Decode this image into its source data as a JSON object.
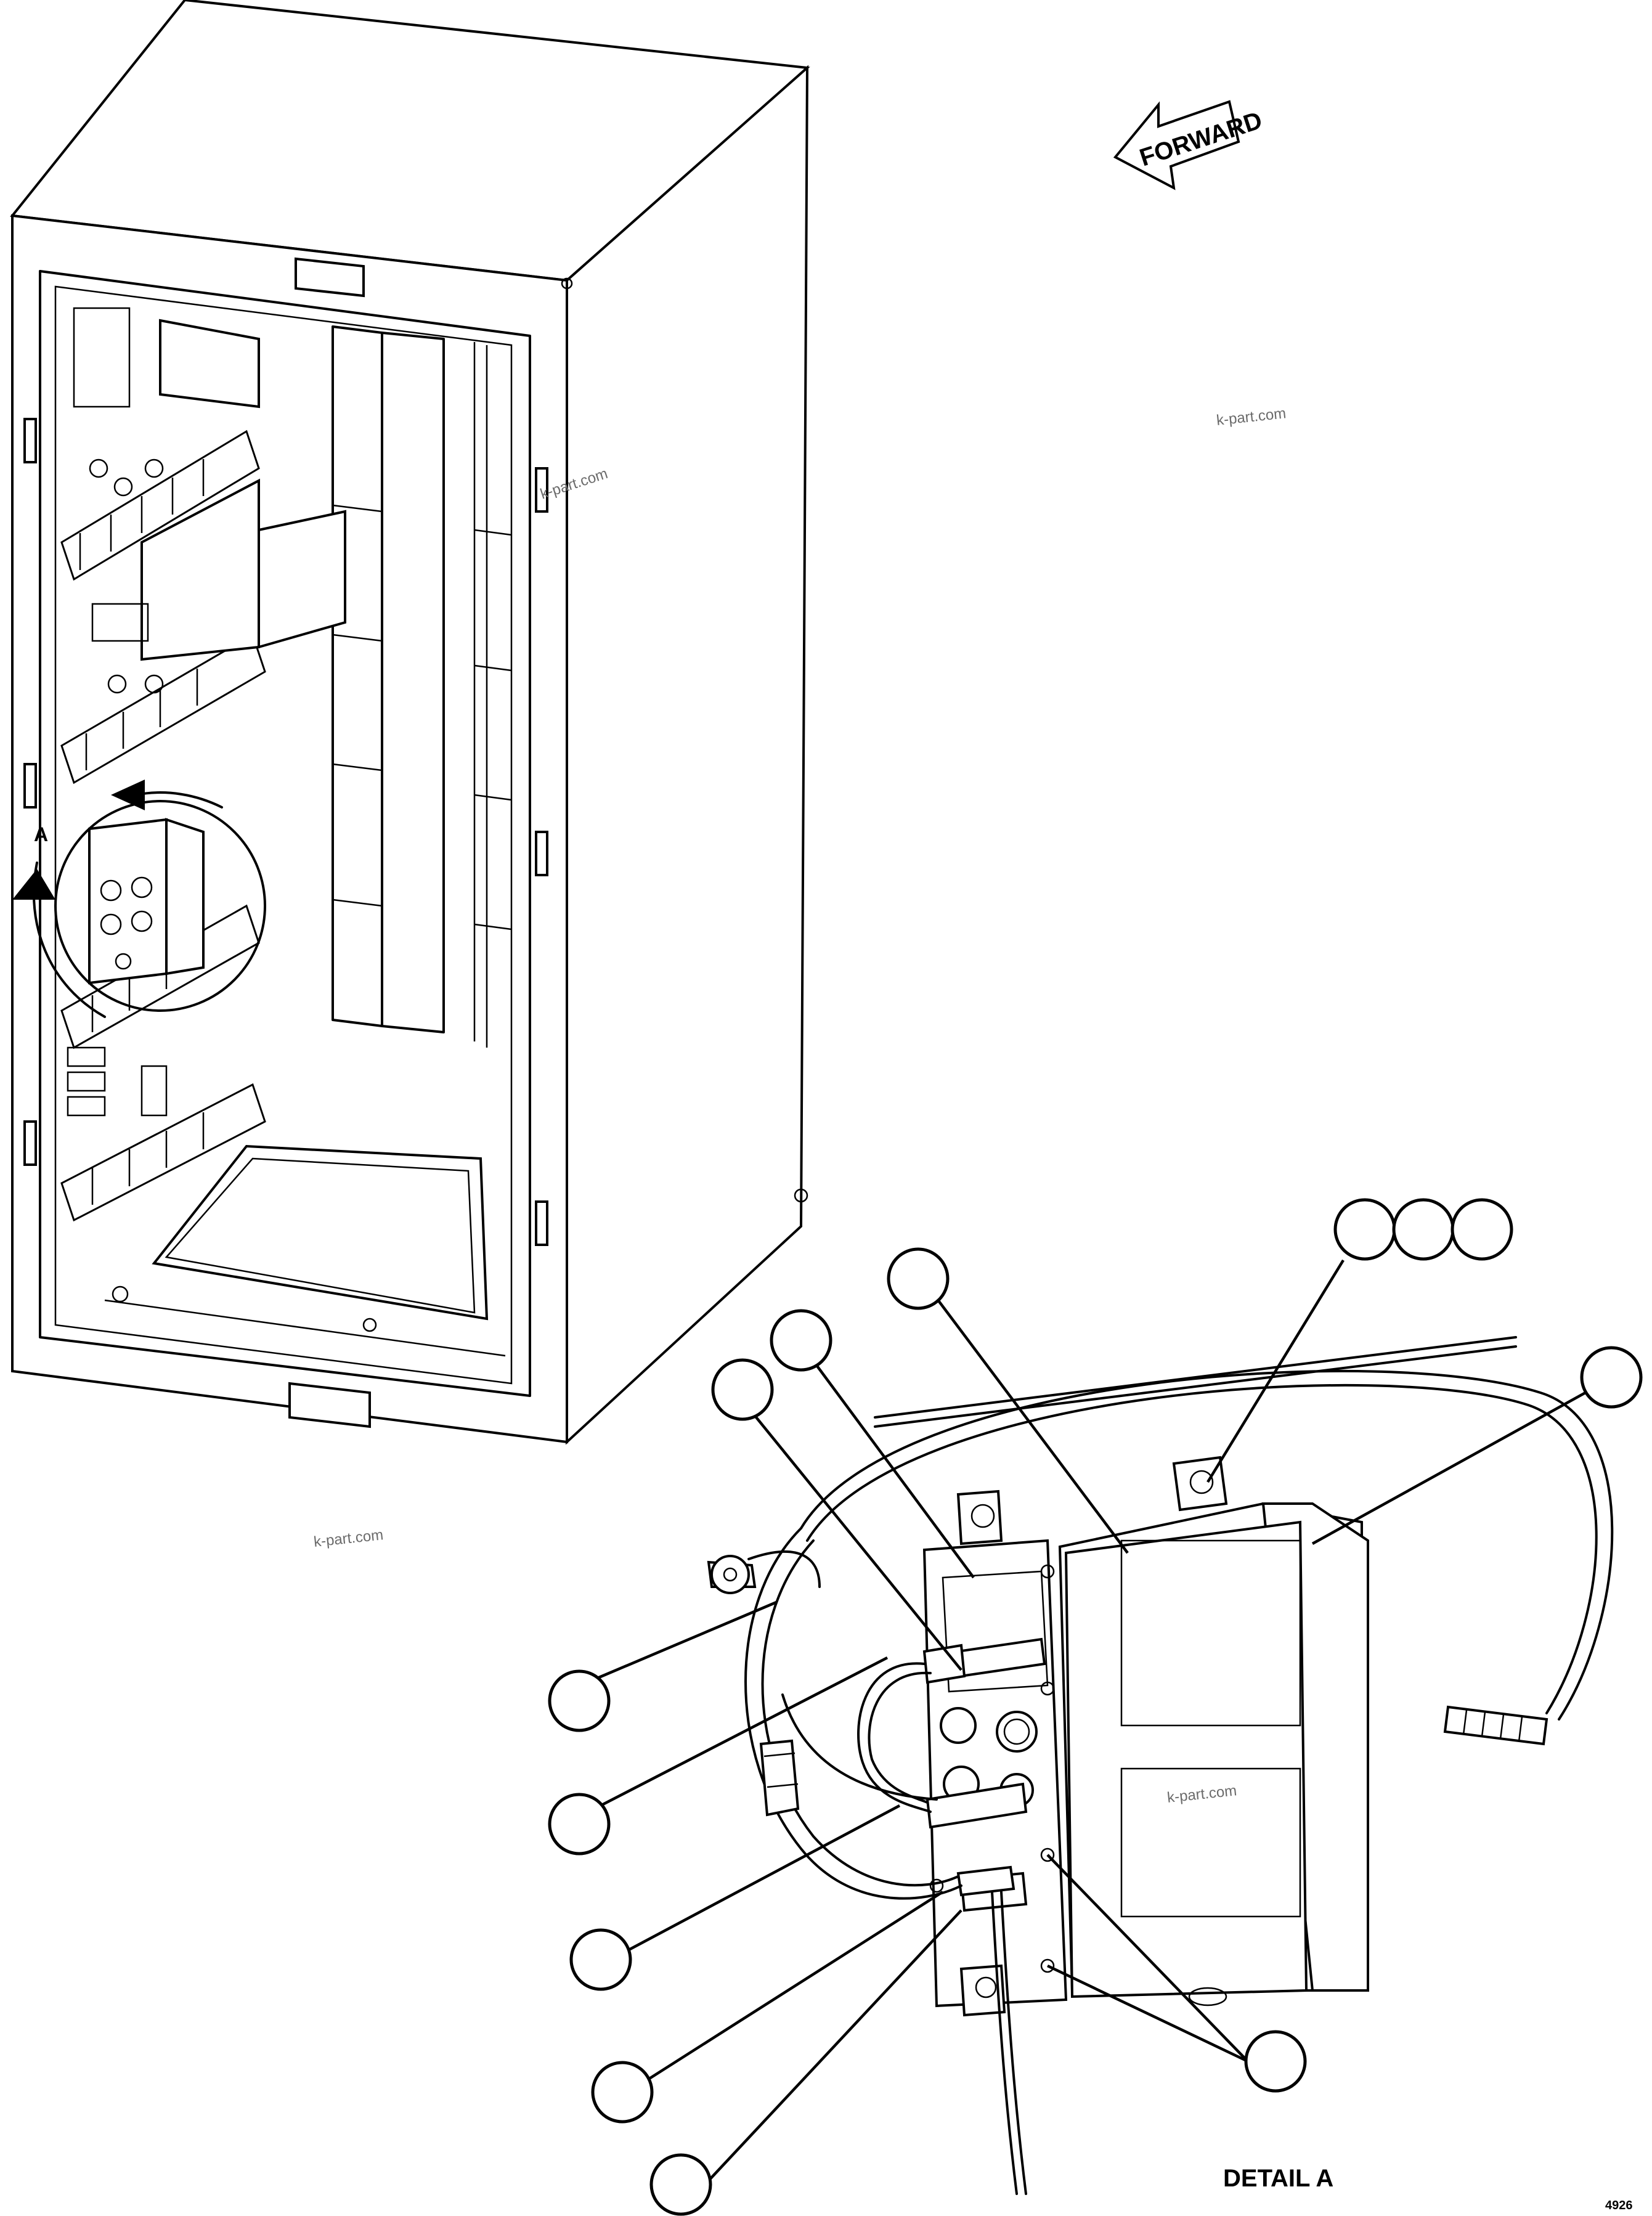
{
  "labels": {
    "forward": "FORWARD",
    "detail_pointer": "A",
    "detail_title": "DETAIL A",
    "sheet_code": "4926"
  },
  "watermarks": [
    "k-part.com",
    "k-part.com",
    "k-part.com",
    "k-part.com"
  ],
  "callouts": [
    {
      "id": "c1",
      "text": ""
    },
    {
      "id": "c2",
      "text": ""
    },
    {
      "id": "c3",
      "text": ""
    },
    {
      "id": "c4",
      "text": ""
    },
    {
      "id": "c5",
      "text": ""
    },
    {
      "id": "c6",
      "text": ""
    },
    {
      "id": "c7",
      "text": ""
    },
    {
      "id": "c8",
      "text": ""
    },
    {
      "id": "c9",
      "text": ""
    },
    {
      "id": "c10",
      "text": ""
    },
    {
      "id": "c11",
      "text": ""
    },
    {
      "id": "c12",
      "text": ""
    },
    {
      "id": "c13",
      "text": ""
    },
    {
      "id": "c14",
      "text": ""
    }
  ]
}
